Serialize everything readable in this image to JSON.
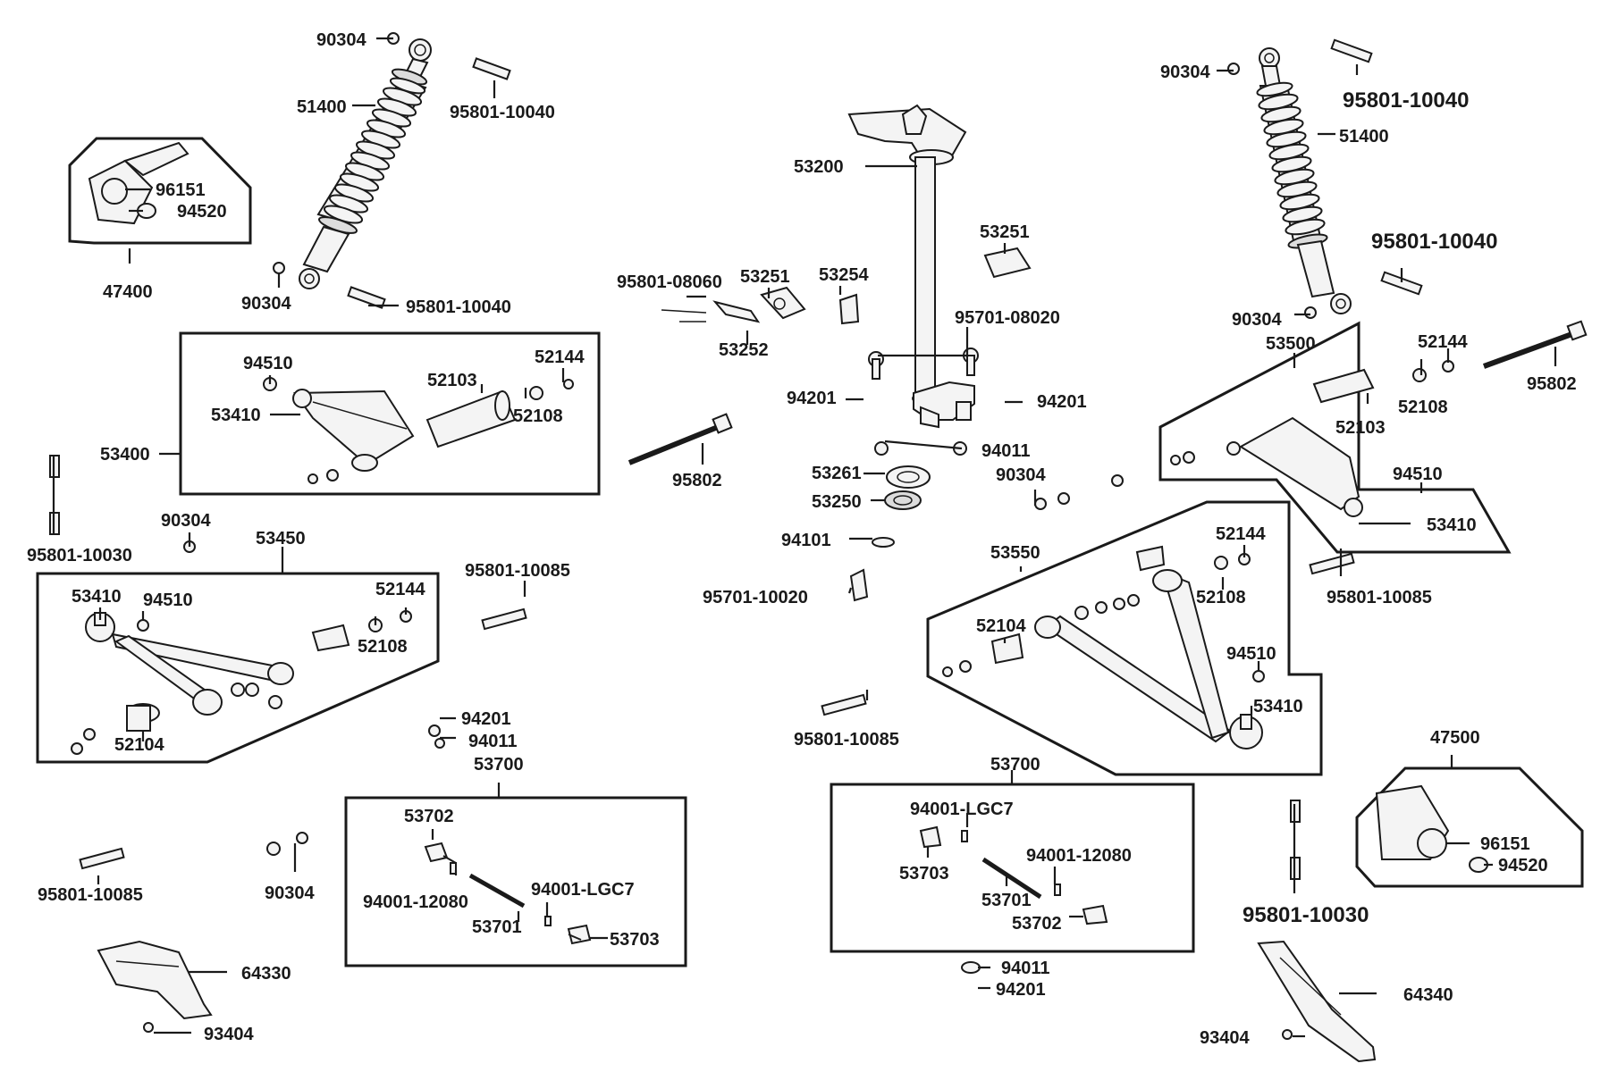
{
  "labels": [
    {
      "id": "l01",
      "text": "90304"
    },
    {
      "id": "l02",
      "text": "95801-10040"
    },
    {
      "id": "l03",
      "text": "51400"
    },
    {
      "id": "l04",
      "text": "96151"
    },
    {
      "id": "l05",
      "text": "94520"
    },
    {
      "id": "l06",
      "text": "47400"
    },
    {
      "id": "l07",
      "text": "90304"
    },
    {
      "id": "l08",
      "text": "95801-10040"
    },
    {
      "id": "l09",
      "text": "94510"
    },
    {
      "id": "l10",
      "text": "52103"
    },
    {
      "id": "l11",
      "text": "52144"
    },
    {
      "id": "l12",
      "text": "53410"
    },
    {
      "id": "l13",
      "text": "52108"
    },
    {
      "id": "l14",
      "text": "53400"
    },
    {
      "id": "l15",
      "text": "95801-10030"
    },
    {
      "id": "l16",
      "text": "90304"
    },
    {
      "id": "l17",
      "text": "53450"
    },
    {
      "id": "l18",
      "text": "95801-10085"
    },
    {
      "id": "l19",
      "text": "53410"
    },
    {
      "id": "l20",
      "text": "94510"
    },
    {
      "id": "l21",
      "text": "52144"
    },
    {
      "id": "l22",
      "text": "52108"
    },
    {
      "id": "l23",
      "text": "52104"
    },
    {
      "id": "l24",
      "text": "95802"
    },
    {
      "id": "l25",
      "text": "53200"
    },
    {
      "id": "l26",
      "text": "95801-08060"
    },
    {
      "id": "l27",
      "text": "53251"
    },
    {
      "id": "l28",
      "text": "53254"
    },
    {
      "id": "l29",
      "text": "53252"
    },
    {
      "id": "l30",
      "text": "53251"
    },
    {
      "id": "l31",
      "text": "95701-08020"
    },
    {
      "id": "l32",
      "text": "94201"
    },
    {
      "id": "l33",
      "text": "94201"
    },
    {
      "id": "l34",
      "text": "94011"
    },
    {
      "id": "l35",
      "text": "53261"
    },
    {
      "id": "l36",
      "text": "53250"
    },
    {
      "id": "l37",
      "text": "90304"
    },
    {
      "id": "l38",
      "text": "94101"
    },
    {
      "id": "l39",
      "text": "95701-10020"
    },
    {
      "id": "l40",
      "text": "90304"
    },
    {
      "id": "l41",
      "text": "95801-10040"
    },
    {
      "id": "l42",
      "text": "51400"
    },
    {
      "id": "l43",
      "text": "95801-10040"
    },
    {
      "id": "l44",
      "text": "90304"
    },
    {
      "id": "l45",
      "text": "53500"
    },
    {
      "id": "l46",
      "text": "52144"
    },
    {
      "id": "l47",
      "text": "52108"
    },
    {
      "id": "l48",
      "text": "52103"
    },
    {
      "id": "l49",
      "text": "95802"
    },
    {
      "id": "l50",
      "text": "94510"
    },
    {
      "id": "l51",
      "text": "53410"
    },
    {
      "id": "l52",
      "text": "53550"
    },
    {
      "id": "l53",
      "text": "52144"
    },
    {
      "id": "l54",
      "text": "52108"
    },
    {
      "id": "l55",
      "text": "95801-10085"
    },
    {
      "id": "l56",
      "text": "52104"
    },
    {
      "id": "l57",
      "text": "94510"
    },
    {
      "id": "l58",
      "text": "53410"
    },
    {
      "id": "l59",
      "text": "95801-10085"
    },
    {
      "id": "l60",
      "text": "94201"
    },
    {
      "id": "l61",
      "text": "94011"
    },
    {
      "id": "l62",
      "text": "53700"
    },
    {
      "id": "l63",
      "text": "53702"
    },
    {
      "id": "l64",
      "text": "94001-12080"
    },
    {
      "id": "l65",
      "text": "94001-LGC7"
    },
    {
      "id": "l66",
      "text": "53701"
    },
    {
      "id": "l67",
      "text": "53703"
    },
    {
      "id": "l68",
      "text": "95801-10085"
    },
    {
      "id": "l69",
      "text": "90304"
    },
    {
      "id": "l70",
      "text": "64330"
    },
    {
      "id": "l71",
      "text": "93404"
    },
    {
      "id": "l72",
      "text": "53700"
    },
    {
      "id": "l73",
      "text": "94001-LGC7"
    },
    {
      "id": "l74",
      "text": "53703"
    },
    {
      "id": "l75",
      "text": "94001-12080"
    },
    {
      "id": "l76",
      "text": "53701"
    },
    {
      "id": "l77",
      "text": "53702"
    },
    {
      "id": "l78",
      "text": "94011"
    },
    {
      "id": "l79",
      "text": "94201"
    },
    {
      "id": "l80",
      "text": "47500"
    },
    {
      "id": "l81",
      "text": "96151"
    },
    {
      "id": "l82",
      "text": "94520"
    },
    {
      "id": "l83",
      "text": "95801-10030"
    },
    {
      "id": "l84",
      "text": "64340"
    },
    {
      "id": "l85",
      "text": "93404"
    }
  ]
}
